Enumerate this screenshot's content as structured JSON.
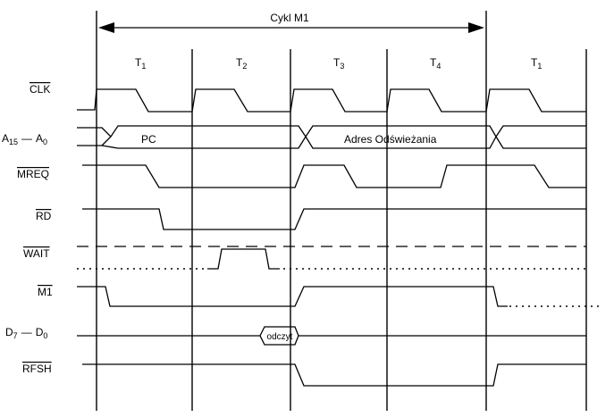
{
  "title": "Cykl M1",
  "periods": [
    "T",
    "T",
    "T",
    "T",
    "T"
  ],
  "period_subs": [
    "1",
    "2",
    "3",
    "4",
    "1"
  ],
  "signals": {
    "clk": "CLK",
    "addr_a": "A",
    "addr_a_sub": "15",
    "addr_dash": "—",
    "addr_b": "A",
    "addr_b_sub": "0",
    "mreq": "MREQ",
    "rd": "RD",
    "wait": "WAIT",
    "m1": "M1",
    "data_a": "D",
    "data_a_sub": "7",
    "data_dash": "—",
    "data_b": "D",
    "data_b_sub": "0",
    "rfsh": "RFSH"
  },
  "bus_labels": {
    "pc": "PC",
    "refresh": "Adres Odświeżania",
    "read": "odczyt"
  }
}
